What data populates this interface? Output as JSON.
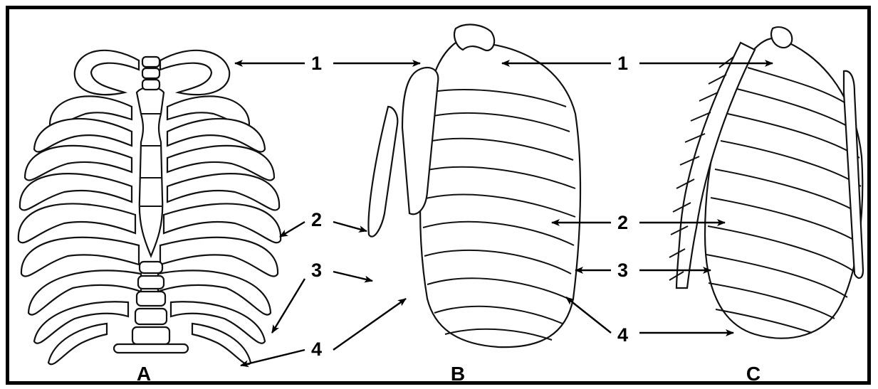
{
  "figure": {
    "panels": [
      {
        "id": "A",
        "label": "A"
      },
      {
        "id": "B",
        "label": "B"
      },
      {
        "id": "C",
        "label": "C"
      }
    ],
    "callouts": {
      "panel_A_B": [
        {
          "number": "1"
        },
        {
          "number": "2"
        },
        {
          "number": "3"
        },
        {
          "number": "4"
        }
      ],
      "panel_B_C": [
        {
          "number": "1"
        },
        {
          "number": "2"
        },
        {
          "number": "3"
        },
        {
          "number": "4"
        }
      ]
    }
  }
}
